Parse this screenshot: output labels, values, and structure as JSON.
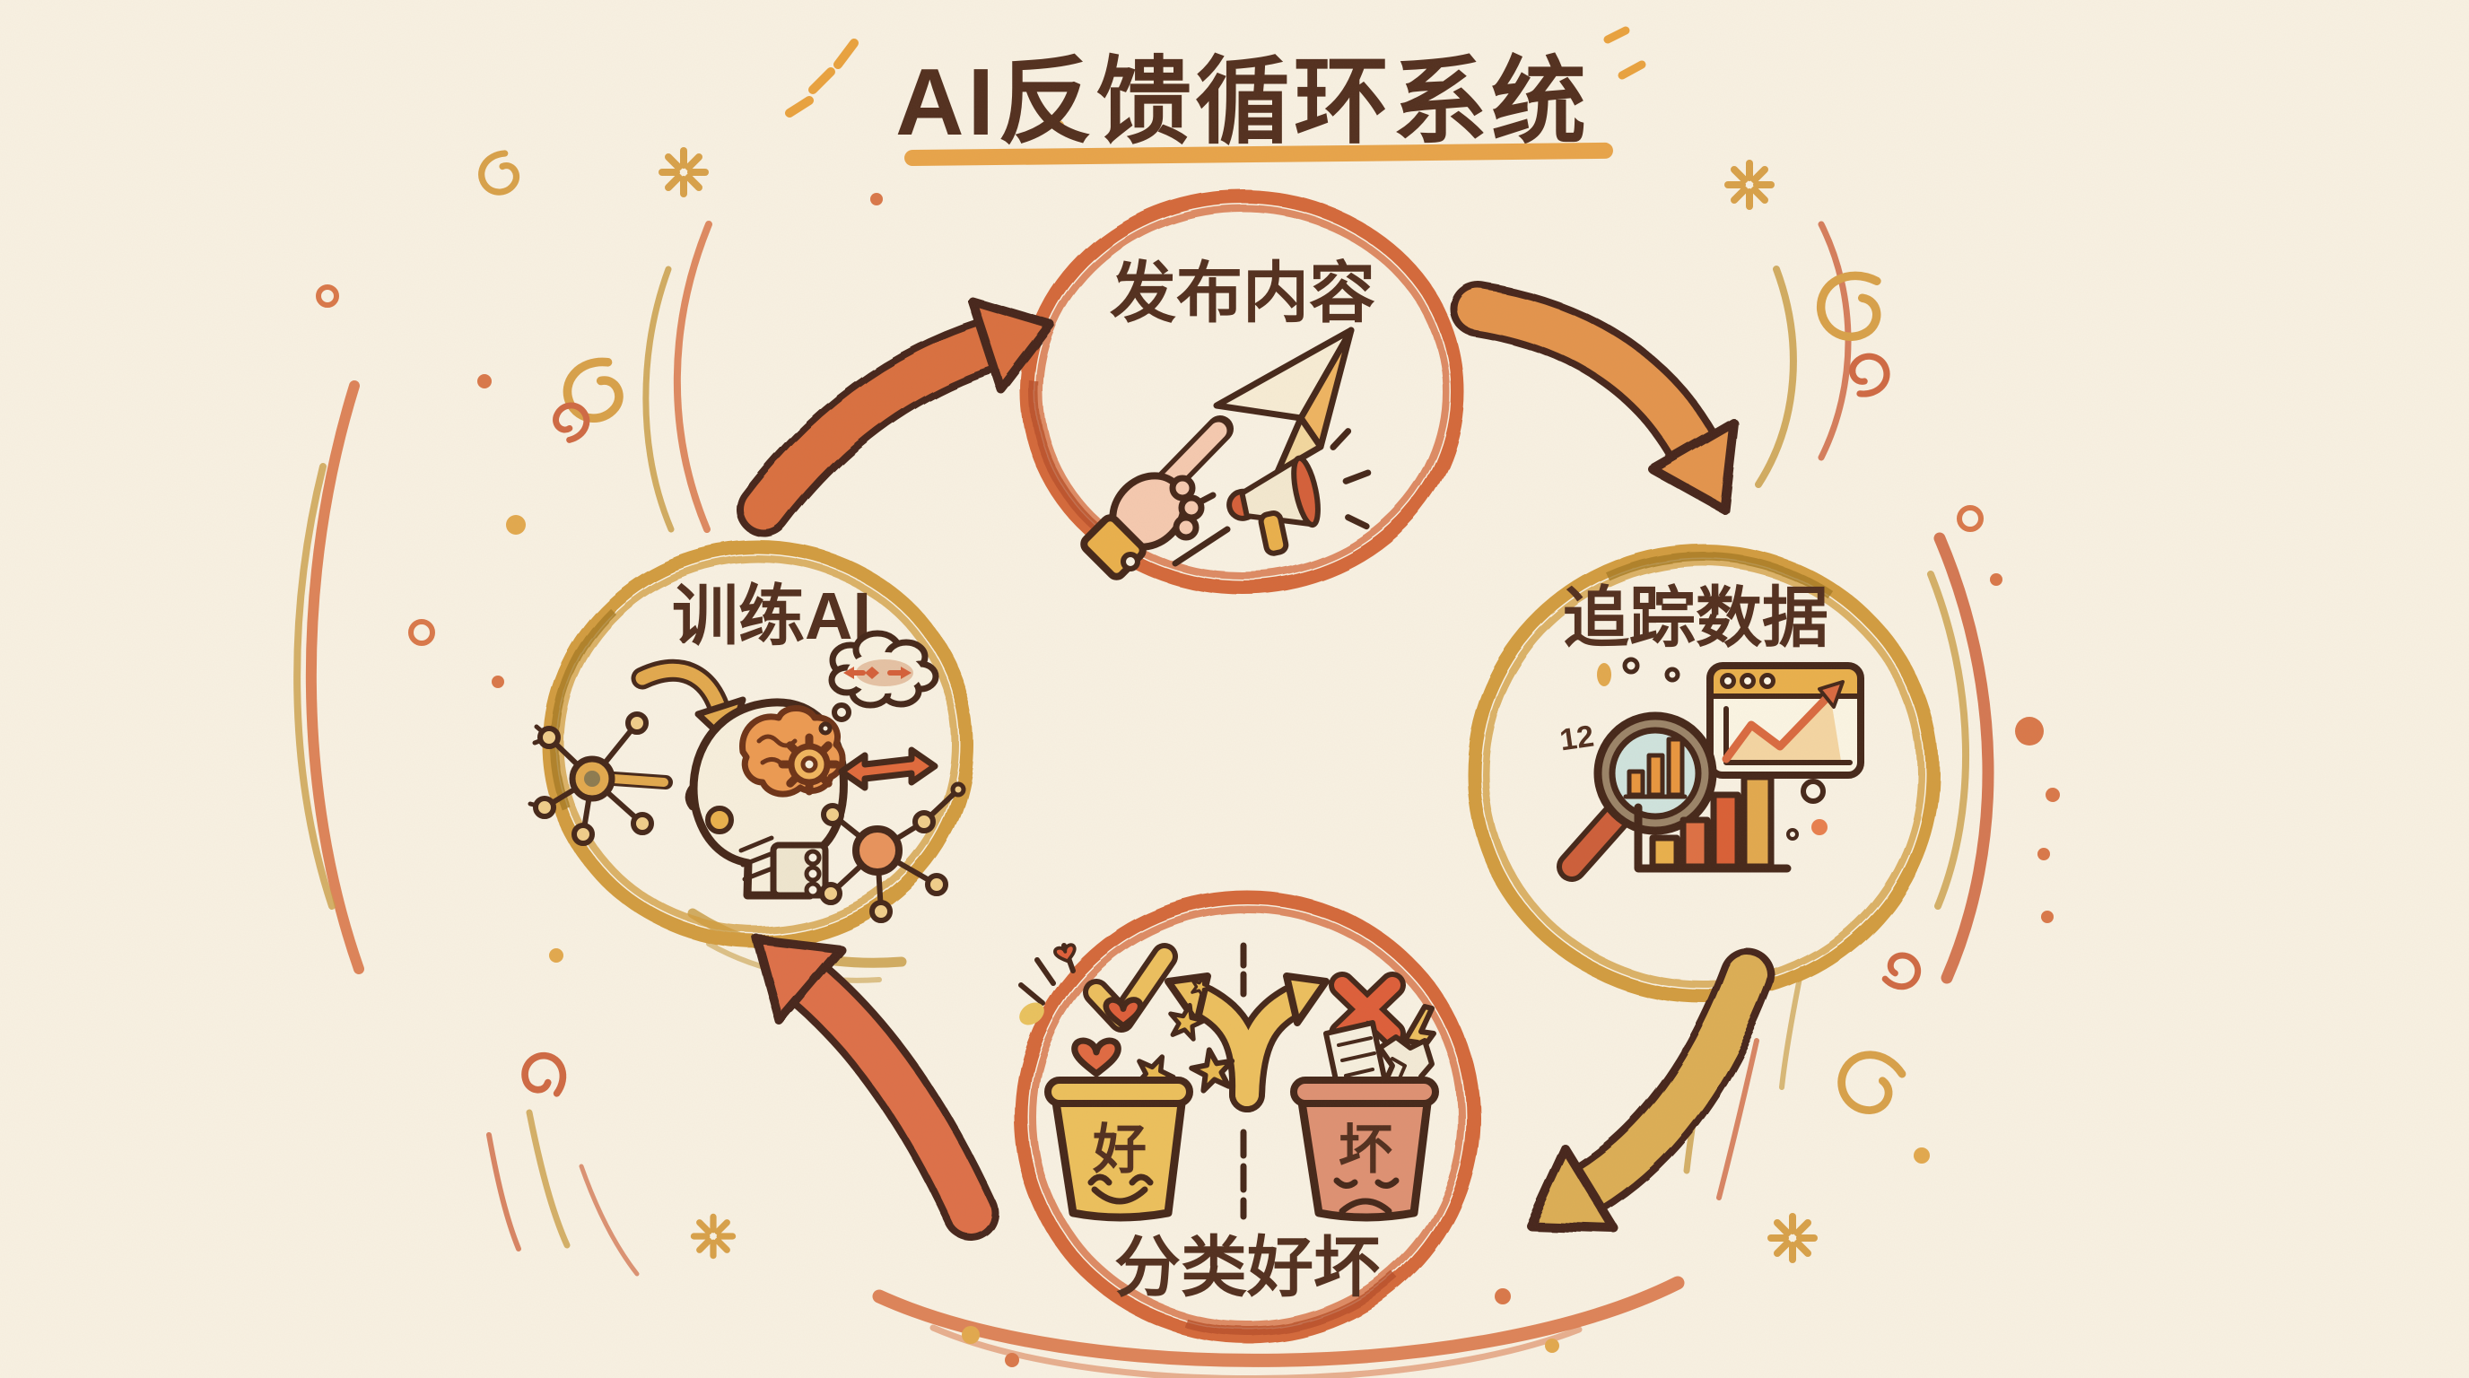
{
  "title": "AI反馈循环系统",
  "nodes": {
    "publish": {
      "label": "发布内容"
    },
    "track": {
      "label": "追踪数据",
      "magnifier_badge": "12"
    },
    "classify": {
      "label": "分类好坏",
      "good_bucket": "好",
      "bad_bucket": "坏"
    },
    "train": {
      "label": "训练AI"
    }
  },
  "flow_cycle": [
    "发布内容",
    "追踪数据",
    "分类好坏",
    "训练AI"
  ],
  "palette": {
    "background": "#f8f1e2",
    "ink": "#46281a",
    "title_text": "#53301f",
    "underline": "#e8a44a",
    "ring_orange": "#d4693b",
    "ring_gold": "#d29c3f",
    "arrow_red_orange": "#d9703f",
    "arrow_orange": "#e3944e",
    "arrow_gold": "#dcae55",
    "good_bucket_fill": "#ecc05c",
    "bad_bucket_fill": "#de9173"
  }
}
